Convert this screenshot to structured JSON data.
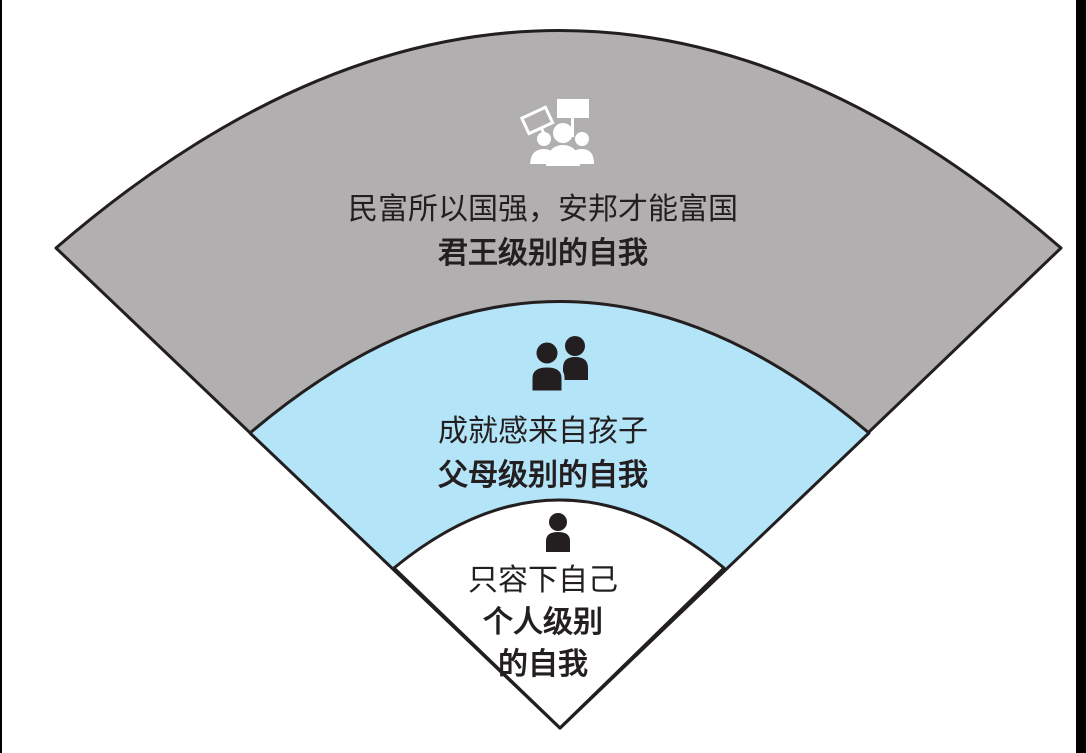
{
  "colors": {
    "outer_fill": "#b1afb0",
    "middle_fill": "#b3e4f7",
    "inner_fill": "#ffffff",
    "stroke": "#231f20",
    "icon_light": "#ffffff",
    "icon_dark": "#231f20"
  },
  "rings": [
    {
      "id": "outer",
      "icon": "protest-crowd-icon",
      "line1": "民富所以国强，安邦才能富国",
      "line2": "君王级别的自我"
    },
    {
      "id": "middle",
      "icon": "parent-child-icon",
      "line1": "成就感来自孩子",
      "line2": "父母级别的自我"
    },
    {
      "id": "inner",
      "icon": "single-person-icon",
      "line1": "只容下自己",
      "line2": "个人级别",
      "line3": "的自我"
    }
  ]
}
